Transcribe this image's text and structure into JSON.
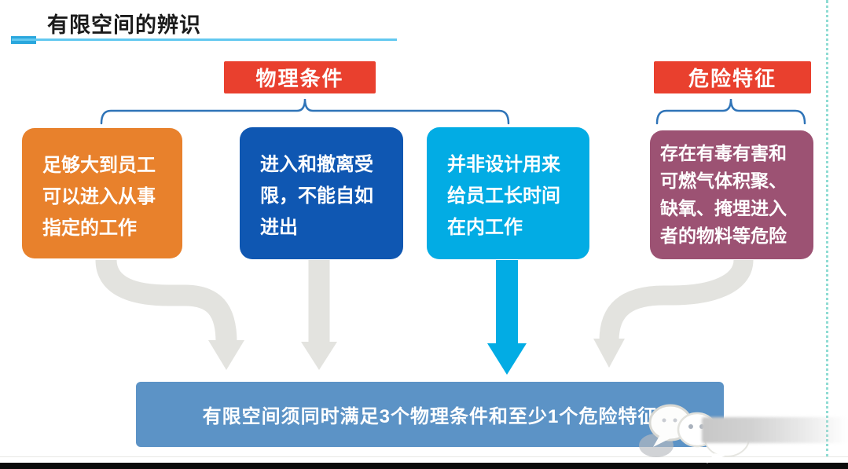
{
  "slide": {
    "title": "有限空间的辨识",
    "headers": [
      {
        "label": "物理条件"
      },
      {
        "label": "危险特征"
      }
    ],
    "condition_boxes": [
      {
        "text": "足够大到员工\n可以进入从事\n指定的工作",
        "color": "#E8812C"
      },
      {
        "text": "进入和撤离受\n限，不能自如\n进出",
        "color": "#0F57B2"
      },
      {
        "text": "并非设计用来\n给员工长时间\n在内工作",
        "color": "#02ACE4"
      },
      {
        "text": "存在有毒有害和\n可燃气体积聚、\n缺氧、掩埋进入\n者的物料等危险",
        "color": "#9C5273"
      }
    ],
    "conclusion": "有限空间须同时满足3个物理条件和至少1个危险特征",
    "icons": {
      "wechat": "wechat-bubbles-icon"
    },
    "colors": {
      "header_red": "#E9402E",
      "brace_blue": "#2F74B8",
      "arrow_gray": "#E3E3DF",
      "arrow_cyan": "#02ACE4",
      "conclusion_bar_blue": "#5C93C6",
      "title_underline_blue": "#62C8F0",
      "title_dash_blue": "#2AA7DD",
      "guide_dotted_teal": "#8FDCD3",
      "footer_black": "#0B0B0B"
    }
  }
}
